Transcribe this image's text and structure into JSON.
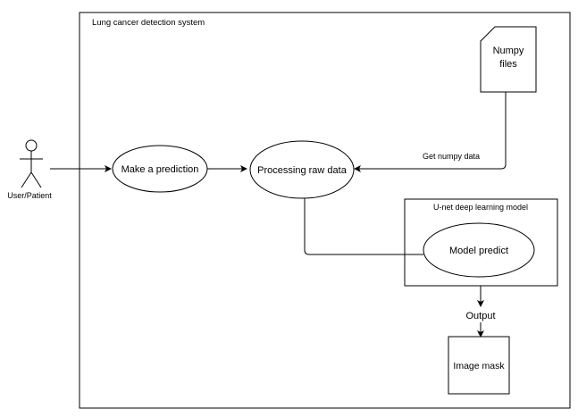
{
  "diagram": {
    "system_title": "Lung cancer detection system",
    "actor_label": "User/Patient",
    "nodes": {
      "make_prediction": "Make a prediction",
      "processing_raw_data": "Processing raw data",
      "model_predict": "Model predict",
      "numpy_files_line1": "Numpy",
      "numpy_files_line2": "files",
      "image_mask": "Image mask"
    },
    "container_label": "U-net deep learning model",
    "edge_labels": {
      "get_numpy_data": "Get numpy data",
      "output": "Output"
    }
  }
}
